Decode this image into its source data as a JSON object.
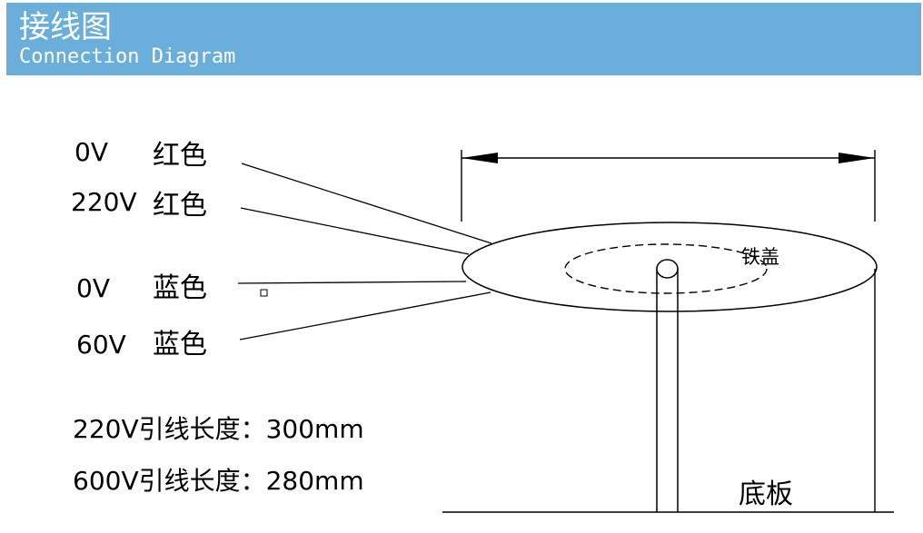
{
  "header": {
    "title": "接线图",
    "subtitle": "Connection Diagram"
  },
  "wires": [
    {
      "voltage": "0V",
      "color": "红色"
    },
    {
      "voltage": "220V",
      "color": "红色"
    },
    {
      "voltage": "0V",
      "color": "蓝色"
    },
    {
      "voltage": "60V",
      "color": "蓝色"
    }
  ],
  "lead_lengths": [
    {
      "text": "220V引线长度：300mm"
    },
    {
      "text": "600V引线长度：280mm"
    }
  ],
  "parts": {
    "iron_cover": "铁盖",
    "base_plate": "底板"
  },
  "colors": {
    "header_bg": "#6aaedb",
    "header_text": "#ffffff",
    "line": "#000000"
  }
}
